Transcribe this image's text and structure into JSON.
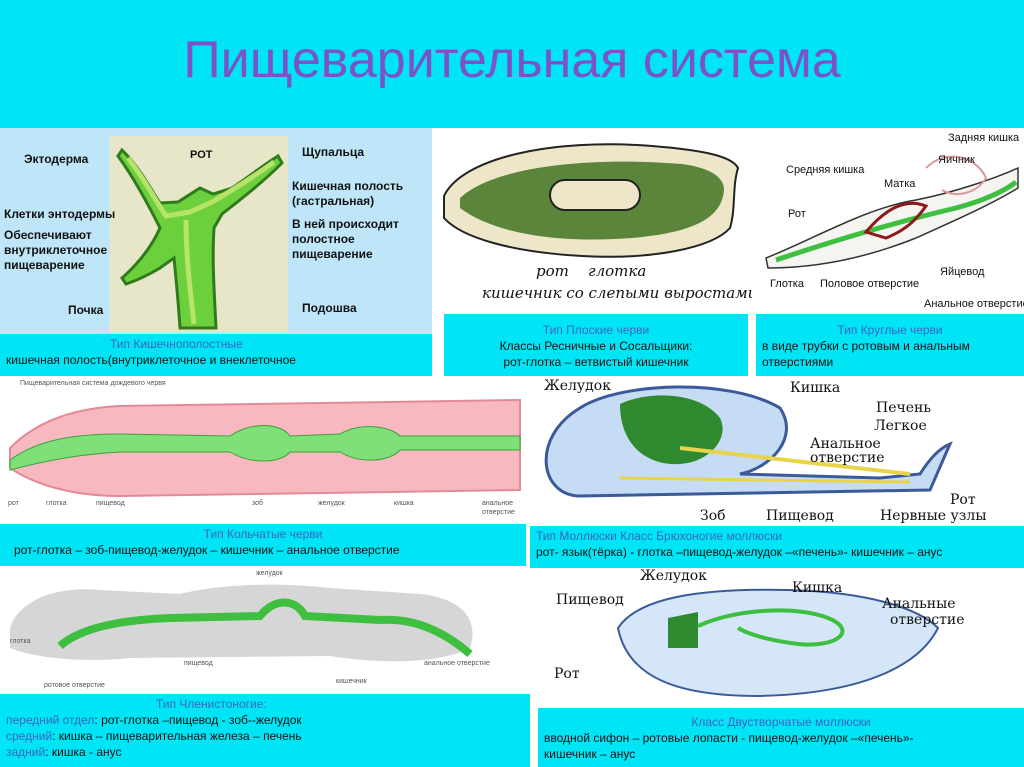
{
  "title": "Пищеварительная система",
  "hydra": {
    "labels": {
      "ectoderm": "Эктодерма",
      "mouth": "РОТ",
      "tentacles": "Щупальца",
      "cavity1": "Кишечная полость",
      "cavity2": "(гастральная)",
      "cavity3": "В ней происходит",
      "cavity4": "полостное",
      "cavity5": "пищеварение",
      "endo1": "Клетки энтодермы",
      "endo2": "Обеспечивают",
      "endo3": "внутриклеточное",
      "endo4": "пищеварение",
      "bud": "Почка",
      "sole": "Подошва"
    },
    "caption_head": "Тип Кишечнополостные",
    "caption_body": "кишечная полость(внутриклеточное и внеклеточное"
  },
  "flatworm": {
    "labels": {
      "mouth": "рот",
      "pharynx": "глотка",
      "gut": "кишечник со слепыми выростами"
    },
    "caption_head": "Тип  Плоские черви",
    "caption_head2": "Классы Ресничные и Сосальщики:",
    "caption_body": "рот-глотка – ветвистый кишечник"
  },
  "roundworm": {
    "labels": {
      "hindgut": "Задняя кишка",
      "ovary": "Яичник",
      "midgut": "Средняя кишка",
      "uterus": "Матка",
      "mouth": "Рот",
      "oviduct": "Яйцевод",
      "pharynx": "Глотка",
      "genital": "Половое отверстие",
      "anal": "Анальное отверстие"
    },
    "caption_head": "Тип  Круглые черви",
    "caption_body1": "в виде трубки с ротовым и анальным",
    "caption_body2": "отверстиями"
  },
  "annelid": {
    "top_note": "Пищеварительная система дождевого червя",
    "labels": {
      "mouth": "рот",
      "pharynx": "глотка",
      "esophagus": "пищевод",
      "crop": "зоб",
      "stomach": "желудок",
      "intestine": "кишка",
      "anal1": "анальное",
      "anal2": "отверстие"
    },
    "caption_head": "Тип  Кольчатые черви",
    "caption_body": "рот-глотка – зоб-пищевод-желудок – кишечник – анальное отверстие"
  },
  "snail": {
    "labels": {
      "stomach": "Желудок",
      "intestine": "Кишка",
      "liver": "Печень",
      "lung": "Легкое",
      "anal1": "Анальное",
      "anal2": "отверстие",
      "mouth": "Рот",
      "crop": "Зоб",
      "esophagus": "Пищевод",
      "ganglia": "Нервные узлы"
    },
    "caption_head": "Тип  Моллюски   Класс Брюхоногие моллюски",
    "caption_body": "рот- язык(тёрка) - глотка –пищевод-желудок –«печень»-  кишечник – анус"
  },
  "insect": {
    "labels": {
      "stomach": "желудок",
      "pharynx": "глотка",
      "esophagus": "пищевод",
      "intestine": "кишечник",
      "mouth": "ротовое отверстие",
      "anal": "анальное отверстие"
    },
    "caption_head": "Тип Членистоногие:",
    "line1a": "передний отдел",
    "line1b": ": рот-глотка –пищевод - зоб--желудок",
    "line2a": "средний",
    "line2b": ": кишка – пищеварительная железа – печень",
    "line3a": "задний",
    "line3b": ": кишка - анус"
  },
  "bivalve": {
    "labels": {
      "stomach": "Желудок",
      "intestine": "Кишка",
      "esophagus": "Пищевод",
      "anal1": "Анальные",
      "anal2": "отверстие",
      "mouth": "Рот"
    },
    "caption_head": "Класс Двустворчатые моллюски",
    "caption_body1": "вводной сифон – ротовые лопасти - пищевод-желудок –«печень»-",
    "caption_body2": "кишечник – анус"
  },
  "colors": {
    "accent": "#00e5f5",
    "title": "#7b52c8",
    "gut": "#3fbf3f",
    "body": "#f7b8c0",
    "caption_head": "#3a66c4"
  }
}
